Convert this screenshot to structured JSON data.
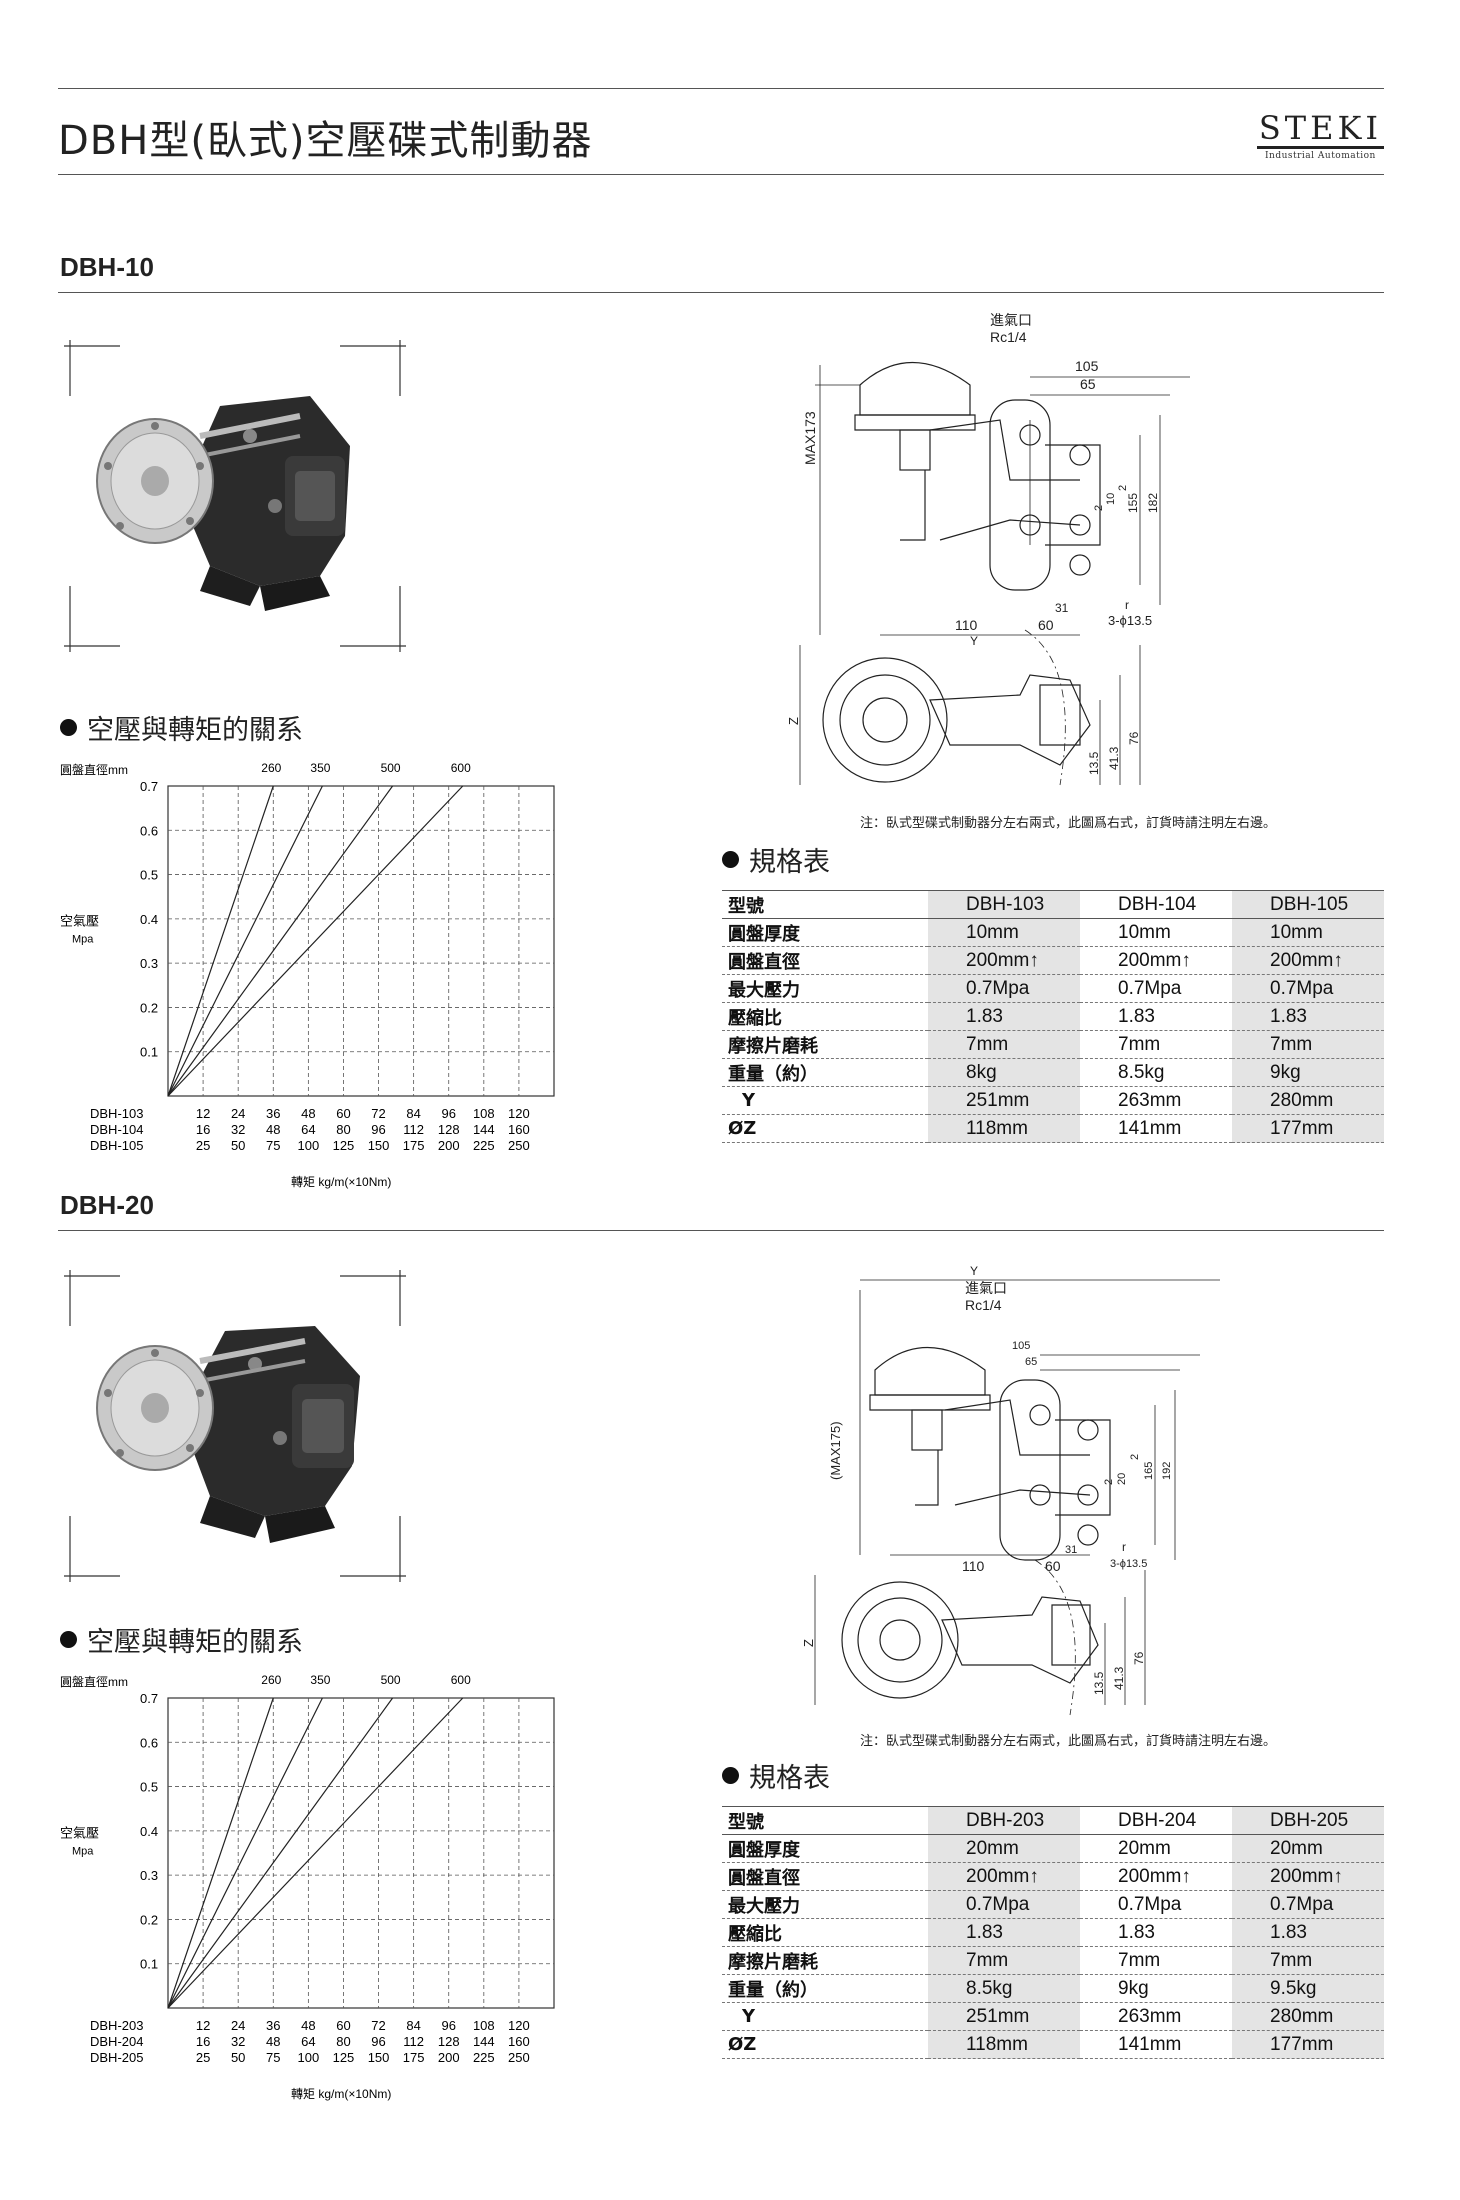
{
  "header": {
    "title": "DBH型(臥式)空壓碟式制動器",
    "brand": "STEKI",
    "brand_sub": "Industrial Automation"
  },
  "sections": [
    {
      "name": "DBH-10",
      "chart_heading": "空壓與轉矩的關系",
      "spec_heading": "規格表",
      "drawing_labels": {
        "inlet": "進氣口",
        "inlet_size": "Rc1/4",
        "max": "MAX173",
        "d105": "105",
        "d65": "65",
        "d110": "110",
        "d60": "60",
        "d31": "31",
        "y": "Y",
        "r": "r",
        "holes": "3-ϕ13.5",
        "v2": "2",
        "v10": "10",
        "v2b": "2",
        "v155": "155",
        "v182": "182",
        "z": "Z",
        "v135": "13.5",
        "v413": "41.3",
        "v76": "76"
      },
      "note": "注：臥式型碟式制動器分左右兩式，此圖爲右式，訂貨時請注明左右邊。",
      "spec": {
        "header": [
          "型號",
          "DBH-103",
          "DBH-104",
          "DBH-105"
        ],
        "rows": [
          [
            "圓盤厚度",
            "10mm",
            "10mm",
            "10mm"
          ],
          [
            "圓盤直徑",
            "200mm↑",
            "200mm↑",
            "200mm↑"
          ],
          [
            "最大壓力",
            "0.7Mpa",
            "0.7Mpa",
            "0.7Mpa"
          ],
          [
            "壓縮比",
            "1.83",
            "1.83",
            "1.83"
          ],
          [
            "摩擦片磨耗",
            "7mm",
            "7mm",
            "7mm"
          ],
          [
            "重量（約）",
            "8kg",
            "8.5kg",
            "9kg"
          ],
          [
            "Y",
            "251mm",
            "263mm",
            "280mm"
          ],
          [
            "ØZ",
            "118mm",
            "141mm",
            "177mm"
          ]
        ]
      },
      "chart_data": {
        "type": "line",
        "title": "",
        "top_axis_label": "圓盤直徑mm",
        "top_ticks": [
          "260",
          "350",
          "500",
          "600"
        ],
        "ylabel": "空氣壓",
        "yunit": "Mpa",
        "ylim": [
          0,
          0.7
        ],
        "yticks": [
          "0.1",
          "0.2",
          "0.3",
          "0.4",
          "0.5",
          "0.6",
          "0.7"
        ],
        "xlabel": "轉矩 kg/m(×10Nm)",
        "x_rows": [
          {
            "name": "DBH-103",
            "ticks": [
              "12",
              "24",
              "36",
              "48",
              "60",
              "72",
              "84",
              "96",
              "108",
              "120"
            ]
          },
          {
            "name": "DBH-104",
            "ticks": [
              "16",
              "32",
              "48",
              "64",
              "80",
              "96",
              "112",
              "128",
              "144",
              "160"
            ]
          },
          {
            "name": "DBH-105",
            "ticks": [
              "25",
              "50",
              "75",
              "100",
              "125",
              "150",
              "175",
              "200",
              "225",
              "250"
            ]
          }
        ],
        "grid": true,
        "series_xlim": [
          0,
          11
        ],
        "series": [
          {
            "x": [
              0,
              3.0
            ],
            "y": [
              0,
              0.7
            ]
          },
          {
            "x": [
              0,
              4.4
            ],
            "y": [
              0,
              0.7
            ]
          },
          {
            "x": [
              0,
              6.4
            ],
            "y": [
              0,
              0.7
            ]
          },
          {
            "x": [
              0,
              8.4
            ],
            "y": [
              0,
              0.7
            ]
          }
        ]
      }
    },
    {
      "name": "DBH-20",
      "chart_heading": "空壓與轉矩的關系",
      "spec_heading": "規格表",
      "drawing_labels": {
        "inlet": "進氣口",
        "inlet_size": "Rc1/4",
        "max": "(MAX175)",
        "d105": "105",
        "d65": "65",
        "d110": "110",
        "d60": "60",
        "d31": "31",
        "y": "Y",
        "r": "r",
        "holes": "3-ϕ13.5",
        "v2": "2",
        "v10": "20",
        "v2b": "2",
        "v155": "165",
        "v182": "192",
        "z": "Z",
        "v135": "13.5",
        "v413": "41.3",
        "v76": "76"
      },
      "note": "注：臥式型碟式制動器分左右兩式，此圖爲右式，訂貨時請注明左右邊。",
      "spec": {
        "header": [
          "型號",
          "DBH-203",
          "DBH-204",
          "DBH-205"
        ],
        "rows": [
          [
            "圓盤厚度",
            "20mm",
            "20mm",
            "20mm"
          ],
          [
            "圓盤直徑",
            "200mm↑",
            "200mm↑",
            "200mm↑"
          ],
          [
            "最大壓力",
            "0.7Mpa",
            "0.7Mpa",
            "0.7Mpa"
          ],
          [
            "壓縮比",
            "1.83",
            "1.83",
            "1.83"
          ],
          [
            "摩擦片磨耗",
            "7mm",
            "7mm",
            "7mm"
          ],
          [
            "重量（約）",
            "8.5kg",
            "9kg",
            "9.5kg"
          ],
          [
            "Y",
            "251mm",
            "263mm",
            "280mm"
          ],
          [
            "ØZ",
            "118mm",
            "141mm",
            "177mm"
          ]
        ]
      },
      "chart_data": {
        "type": "line",
        "title": "",
        "top_axis_label": "圓盤直徑mm",
        "top_ticks": [
          "260",
          "350",
          "500",
          "600"
        ],
        "ylabel": "空氣壓",
        "yunit": "Mpa",
        "ylim": [
          0,
          0.7
        ],
        "yticks": [
          "0.1",
          "0.2",
          "0.3",
          "0.4",
          "0.5",
          "0.6",
          "0.7"
        ],
        "xlabel": "轉矩 kg/m(×10Nm)",
        "x_rows": [
          {
            "name": "DBH-203",
            "ticks": [
              "12",
              "24",
              "36",
              "48",
              "60",
              "72",
              "84",
              "96",
              "108",
              "120"
            ]
          },
          {
            "name": "DBH-204",
            "ticks": [
              "16",
              "32",
              "48",
              "64",
              "80",
              "96",
              "112",
              "128",
              "144",
              "160"
            ]
          },
          {
            "name": "DBH-205",
            "ticks": [
              "25",
              "50",
              "75",
              "100",
              "125",
              "150",
              "175",
              "200",
              "225",
              "250"
            ]
          }
        ],
        "grid": true,
        "series_xlim": [
          0,
          11
        ],
        "series": [
          {
            "x": [
              0,
              3.0
            ],
            "y": [
              0,
              0.7
            ]
          },
          {
            "x": [
              0,
              4.4
            ],
            "y": [
              0,
              0.7
            ]
          },
          {
            "x": [
              0,
              6.4
            ],
            "y": [
              0,
              0.7
            ]
          },
          {
            "x": [
              0,
              8.4
            ],
            "y": [
              0,
              0.7
            ]
          }
        ]
      }
    }
  ]
}
